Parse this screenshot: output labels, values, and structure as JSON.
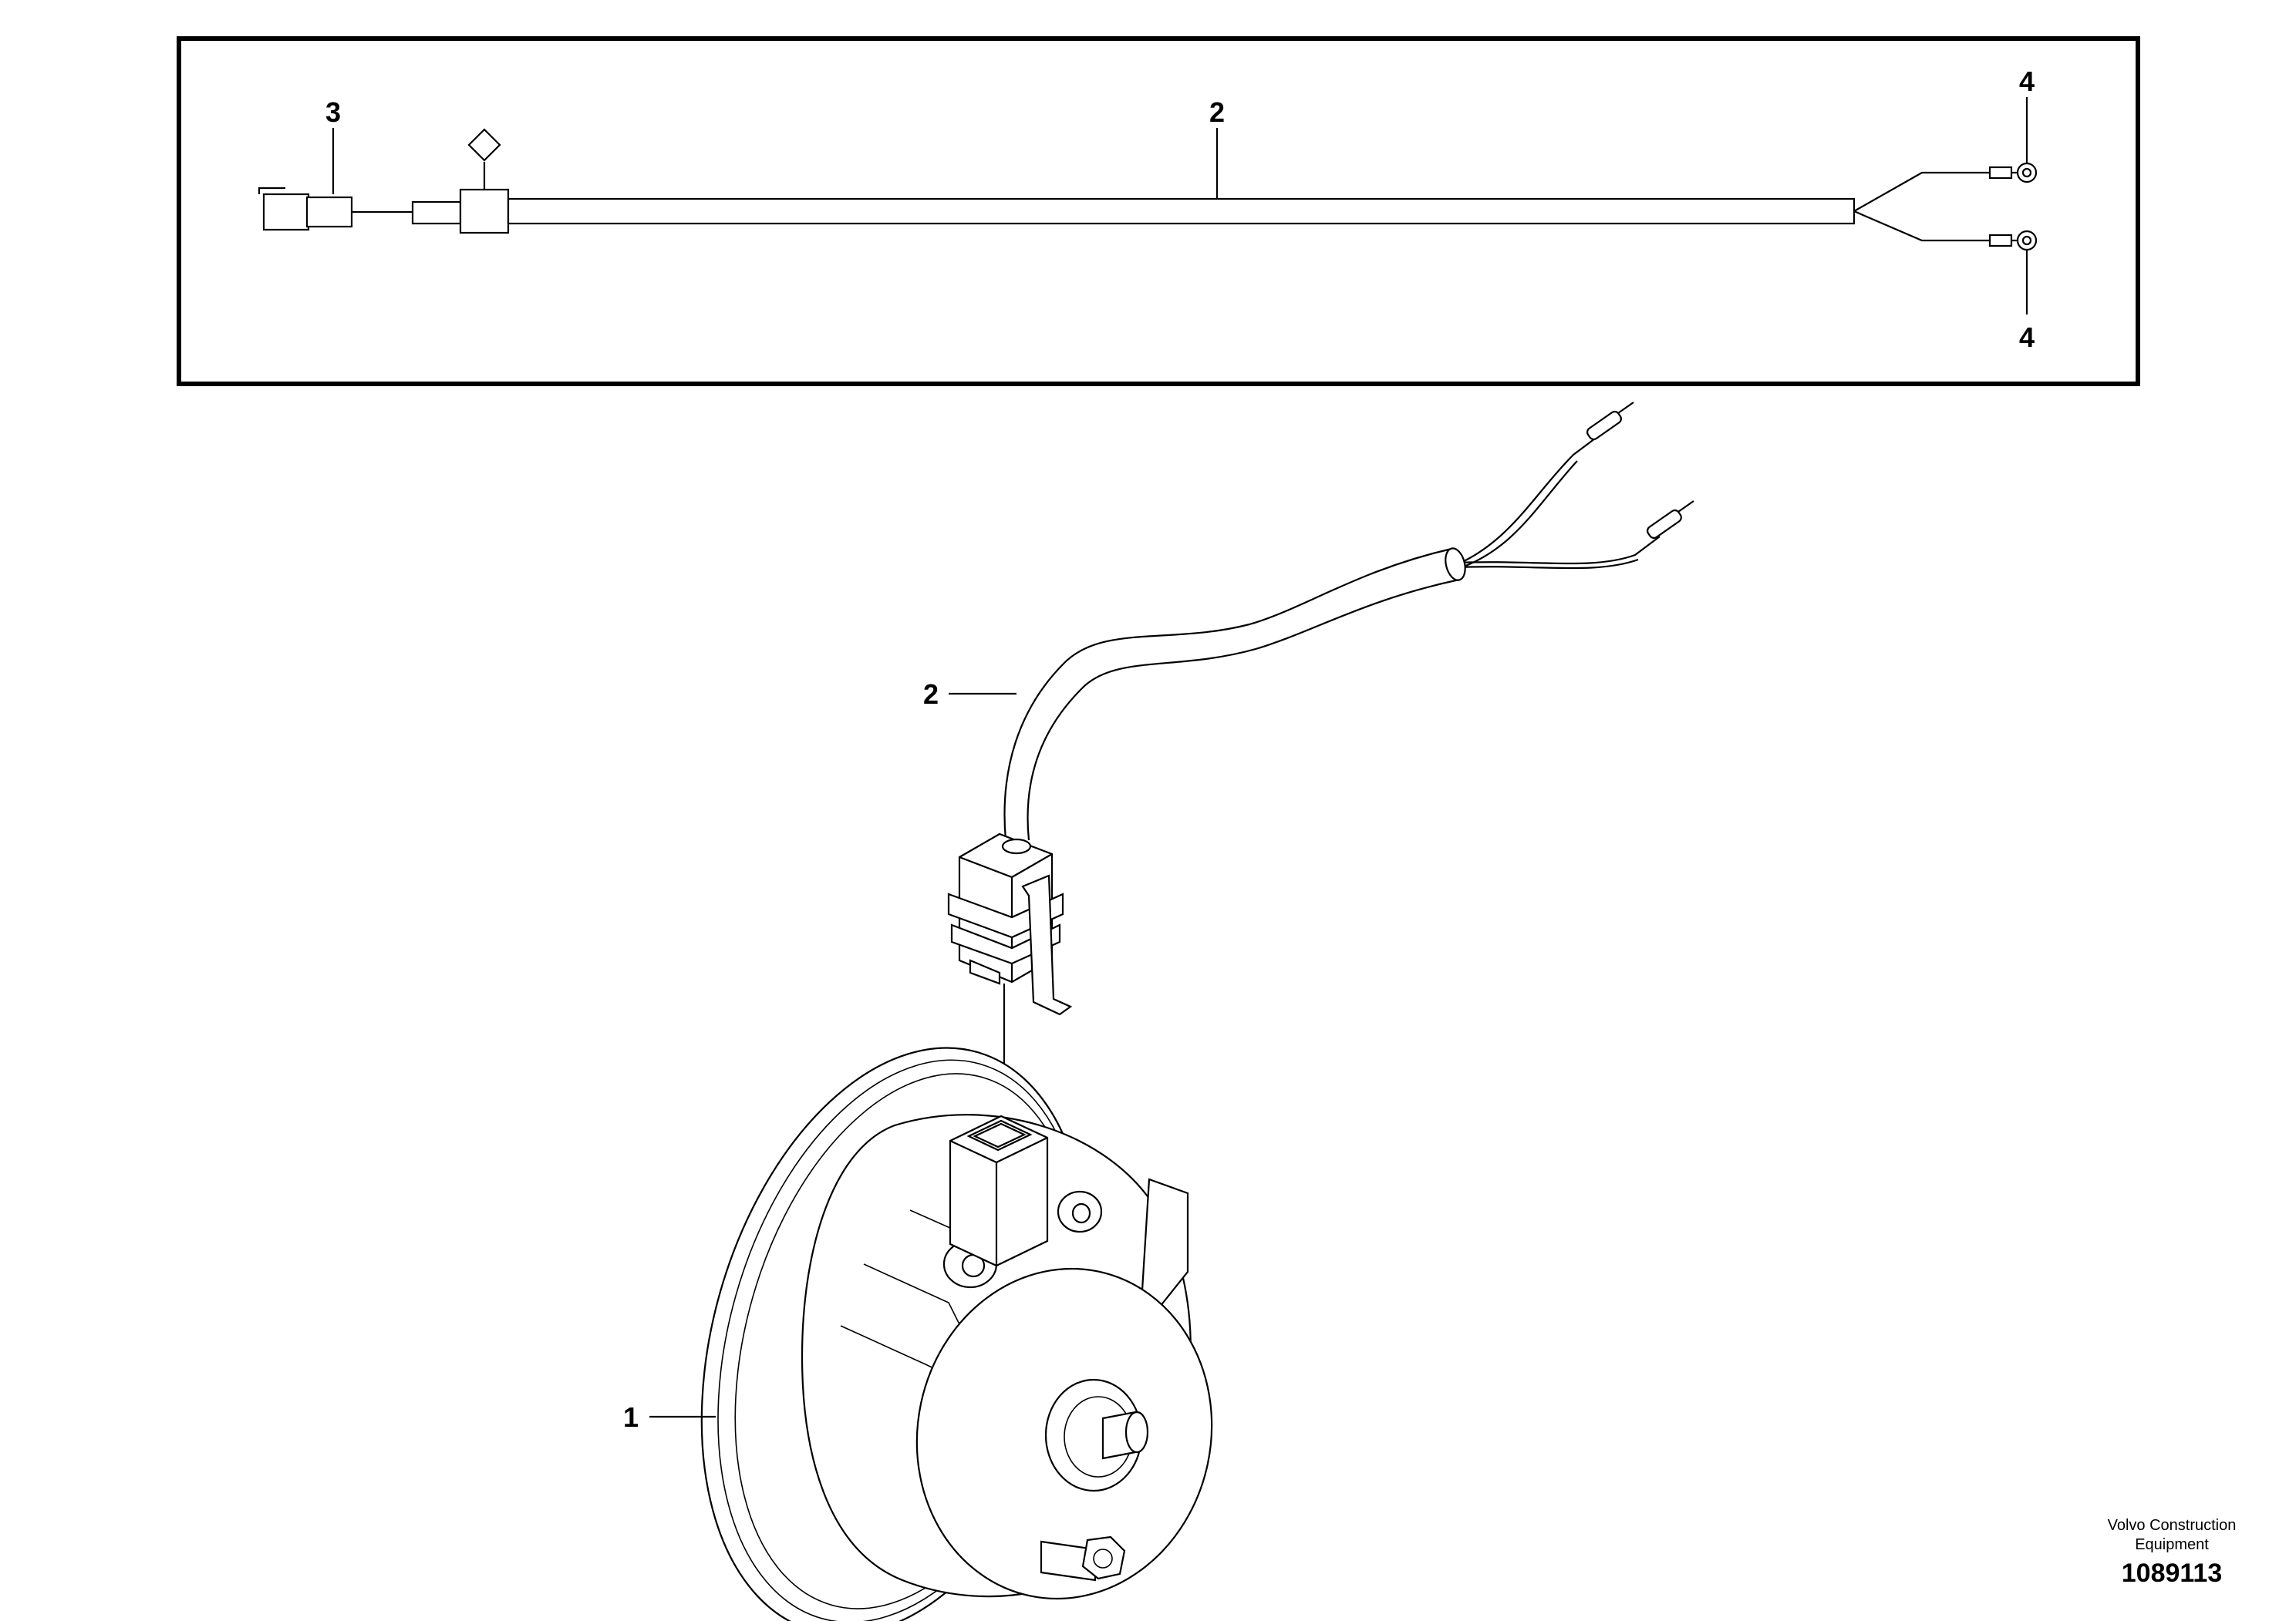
{
  "callouts": {
    "frame_3": "3",
    "frame_2": "2",
    "frame_4_top": "4",
    "frame_4_bottom": "4",
    "harness_2": "2",
    "horn_1": "1"
  },
  "brand": {
    "line1": "Volvo Construction",
    "line2": "Equipment",
    "number": "1089113"
  }
}
